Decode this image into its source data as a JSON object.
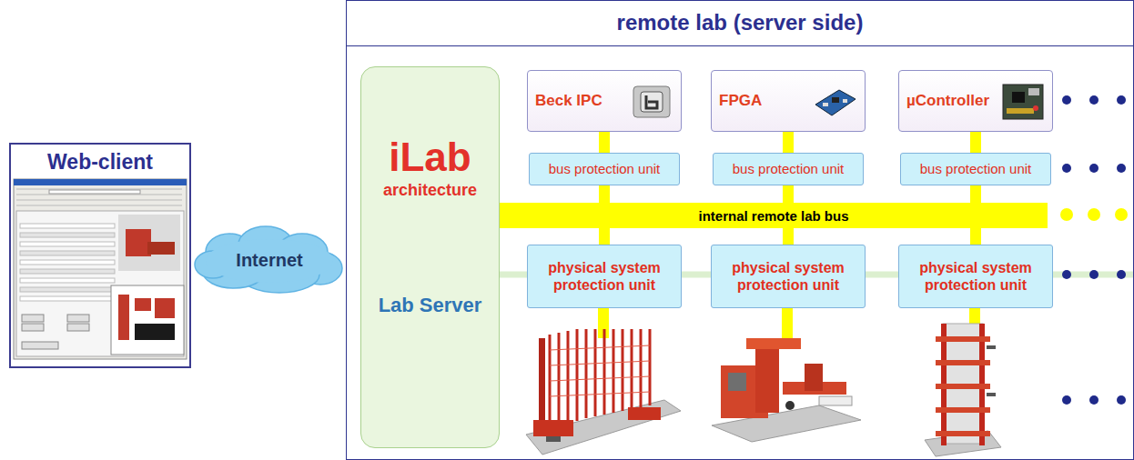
{
  "diagram": {
    "nodes": [
      {
        "text": [
          "Web-client"
        ]
      },
      {
        "text": [
          "Internet"
        ]
      },
      {
        "text": [
          "remote lab (server side)"
        ]
      },
      {
        "text": [
          "iLab",
          "architecture",
          "Lab Server"
        ],
        "in": 2
      },
      {
        "text": [
          "Beck IPC"
        ],
        "in": 2
      },
      {
        "text": [
          "FPGA"
        ],
        "in": 2
      },
      {
        "text": [
          "µController"
        ],
        "in": 2
      },
      {
        "text": [
          "bus protection unit"
        ],
        "in": 2
      },
      {
        "text": [
          "bus protection unit"
        ],
        "in": 2
      },
      {
        "text": [
          "bus protection unit"
        ],
        "in": 2
      },
      {
        "text": [
          "internal remote lab bus"
        ],
        "in": 2
      },
      {
        "text": [
          "physical system protection unit"
        ],
        "in": 2
      },
      {
        "text": [
          "physical system protection unit"
        ],
        "in": 2
      },
      {
        "text": [
          "physical system protection unit"
        ],
        "in": 2
      }
    ],
    "edges": [
      {
        "from": 4,
        "to": 7,
        "arrow": "none"
      },
      {
        "from": 7,
        "to": 10,
        "arrow": "none"
      },
      {
        "from": 10,
        "to": 11,
        "arrow": "none"
      },
      {
        "from": 5,
        "to": 8,
        "arrow": "none"
      },
      {
        "from": 8,
        "to": 10,
        "arrow": "none"
      },
      {
        "from": 10,
        "to": 12,
        "arrow": "none"
      },
      {
        "from": 6,
        "to": 9,
        "arrow": "none"
      },
      {
        "from": 9,
        "to": 10,
        "arrow": "none"
      },
      {
        "from": 10,
        "to": 13,
        "arrow": "none"
      }
    ]
  }
}
